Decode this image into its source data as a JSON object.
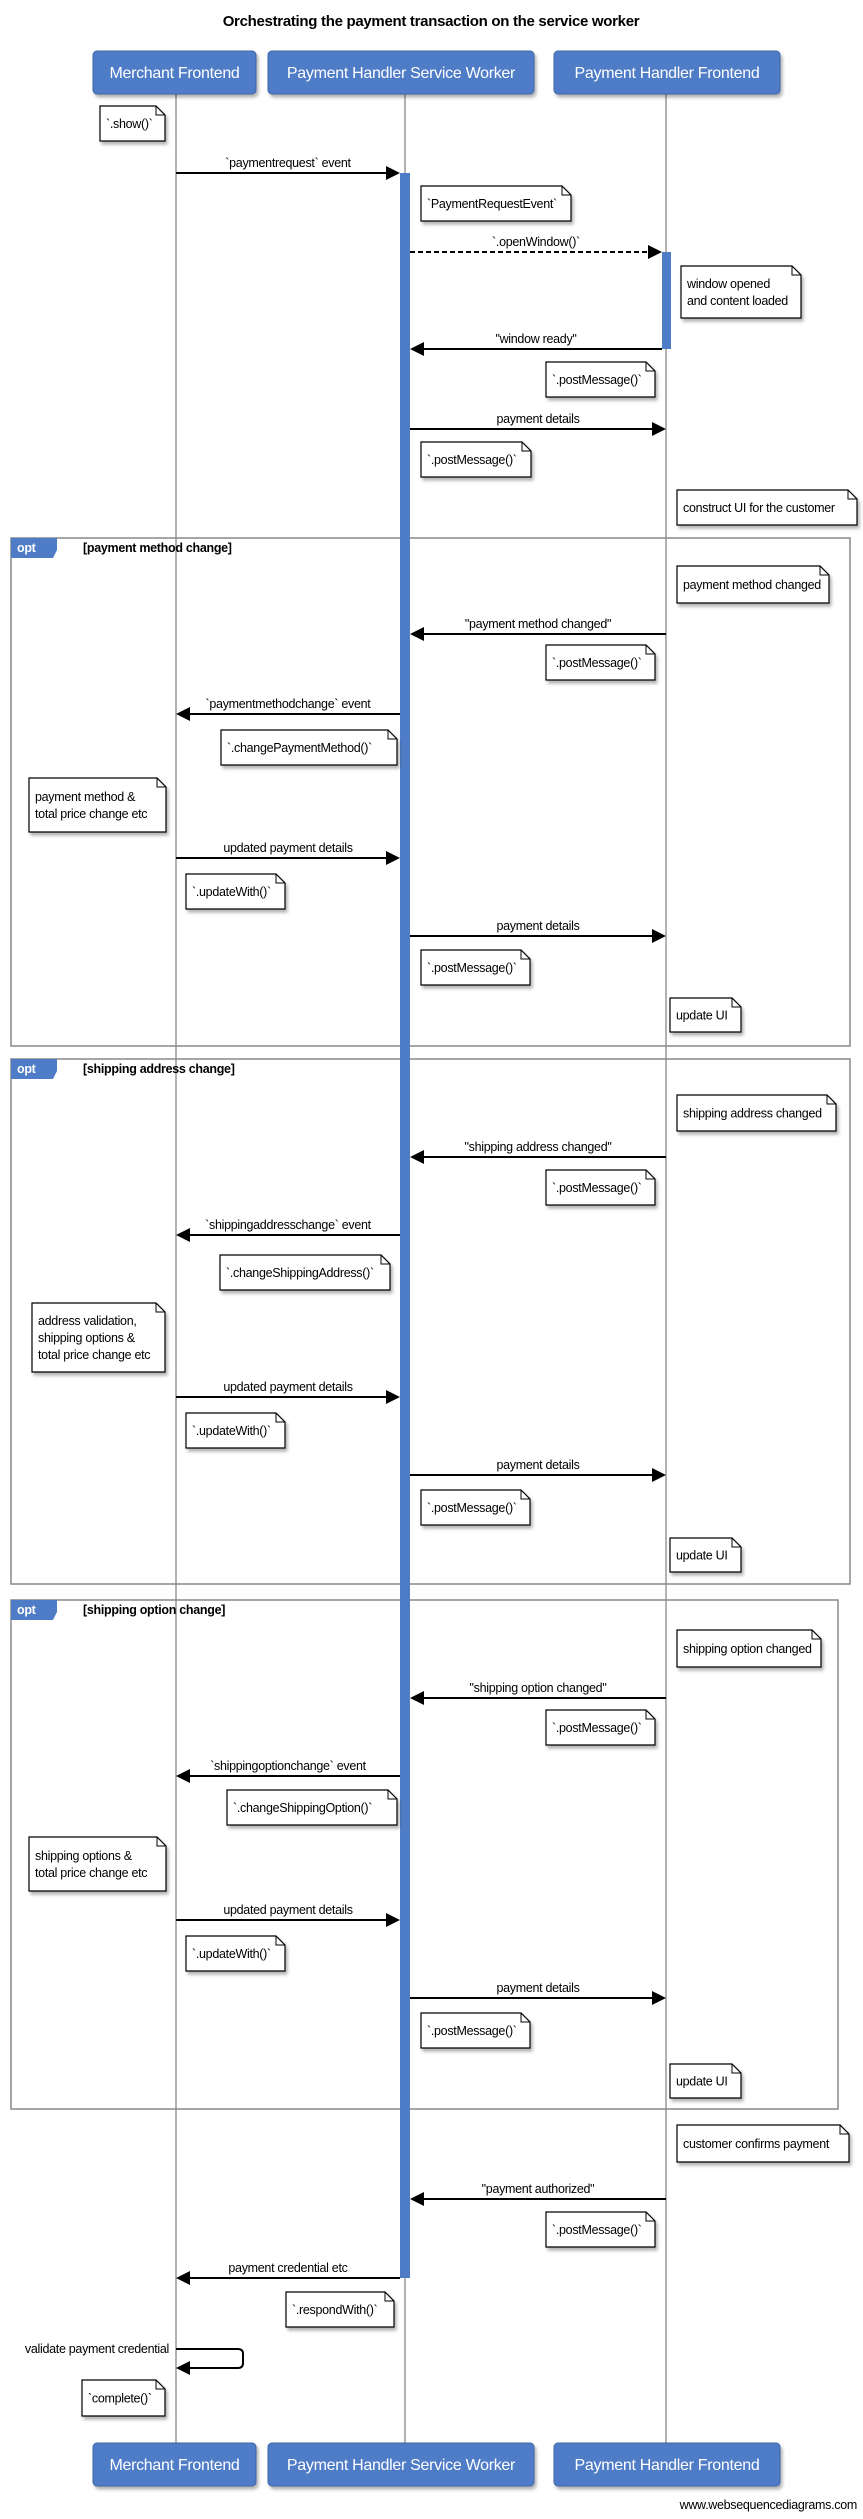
{
  "title": "Orchestrating the payment transaction on the service worker",
  "participants": [
    "Merchant Frontend",
    "Payment Handler Service Worker",
    "Payment Handler Frontend"
  ],
  "colors": {
    "participant": "#4f7cc6",
    "activation": "#4f7cc6",
    "line": "#000000",
    "frame": "#888888"
  },
  "messages": [
    "`paymentrequest` event",
    "`.openWindow()`",
    "\"window ready\"",
    "payment details",
    "\"payment method changed\"",
    "`paymentmethodchange` event",
    "updated payment details",
    "payment details",
    "\"shipping address changed\"",
    "`shippingaddresschange` event",
    "updated payment details",
    "payment details",
    "\"shipping option changed\"",
    "`shippingoptionchange` event",
    "updated payment details",
    "payment details",
    "\"payment authorized\"",
    "payment credential etc",
    "validate payment credential"
  ],
  "notes": [
    [
      "`.show()`"
    ],
    [
      "`PaymentRequestEvent`"
    ],
    [
      "window opened",
      "and content loaded"
    ],
    [
      "`.postMessage()`"
    ],
    [
      "`.postMessage()`"
    ],
    [
      "construct UI for the customer"
    ],
    [
      "payment method changed"
    ],
    [
      "`.postMessage()`"
    ],
    [
      "`.changePaymentMethod()`"
    ],
    [
      "payment method &",
      "total price change etc"
    ],
    [
      "`.updateWith()`"
    ],
    [
      "`.postMessage()`"
    ],
    [
      "update UI"
    ],
    [
      "shipping address changed"
    ],
    [
      "`.postMessage()`"
    ],
    [
      "`.changeShippingAddress()`"
    ],
    [
      "address validation,",
      "shipping options &",
      "total price change etc"
    ],
    [
      "`.updateWith()`"
    ],
    [
      "`.postMessage()`"
    ],
    [
      "update UI"
    ],
    [
      "shipping option changed"
    ],
    [
      "`.postMessage()`"
    ],
    [
      "`.changeShippingOption()`"
    ],
    [
      "shipping options &",
      "total price change etc"
    ],
    [
      "`.updateWith()`"
    ],
    [
      "`.postMessage()`"
    ],
    [
      "update UI"
    ],
    [
      "customer confirms payment"
    ],
    [
      "`.postMessage()`"
    ],
    [
      "`.respondWith()`"
    ],
    [
      "`complete()`"
    ]
  ],
  "frames": [
    {
      "operator": "opt",
      "condition": "[payment method change]"
    },
    {
      "operator": "opt",
      "condition": "[shipping address change]"
    },
    {
      "operator": "opt",
      "condition": "[shipping option change]"
    }
  ],
  "watermark": "www.websequencediagrams.com"
}
